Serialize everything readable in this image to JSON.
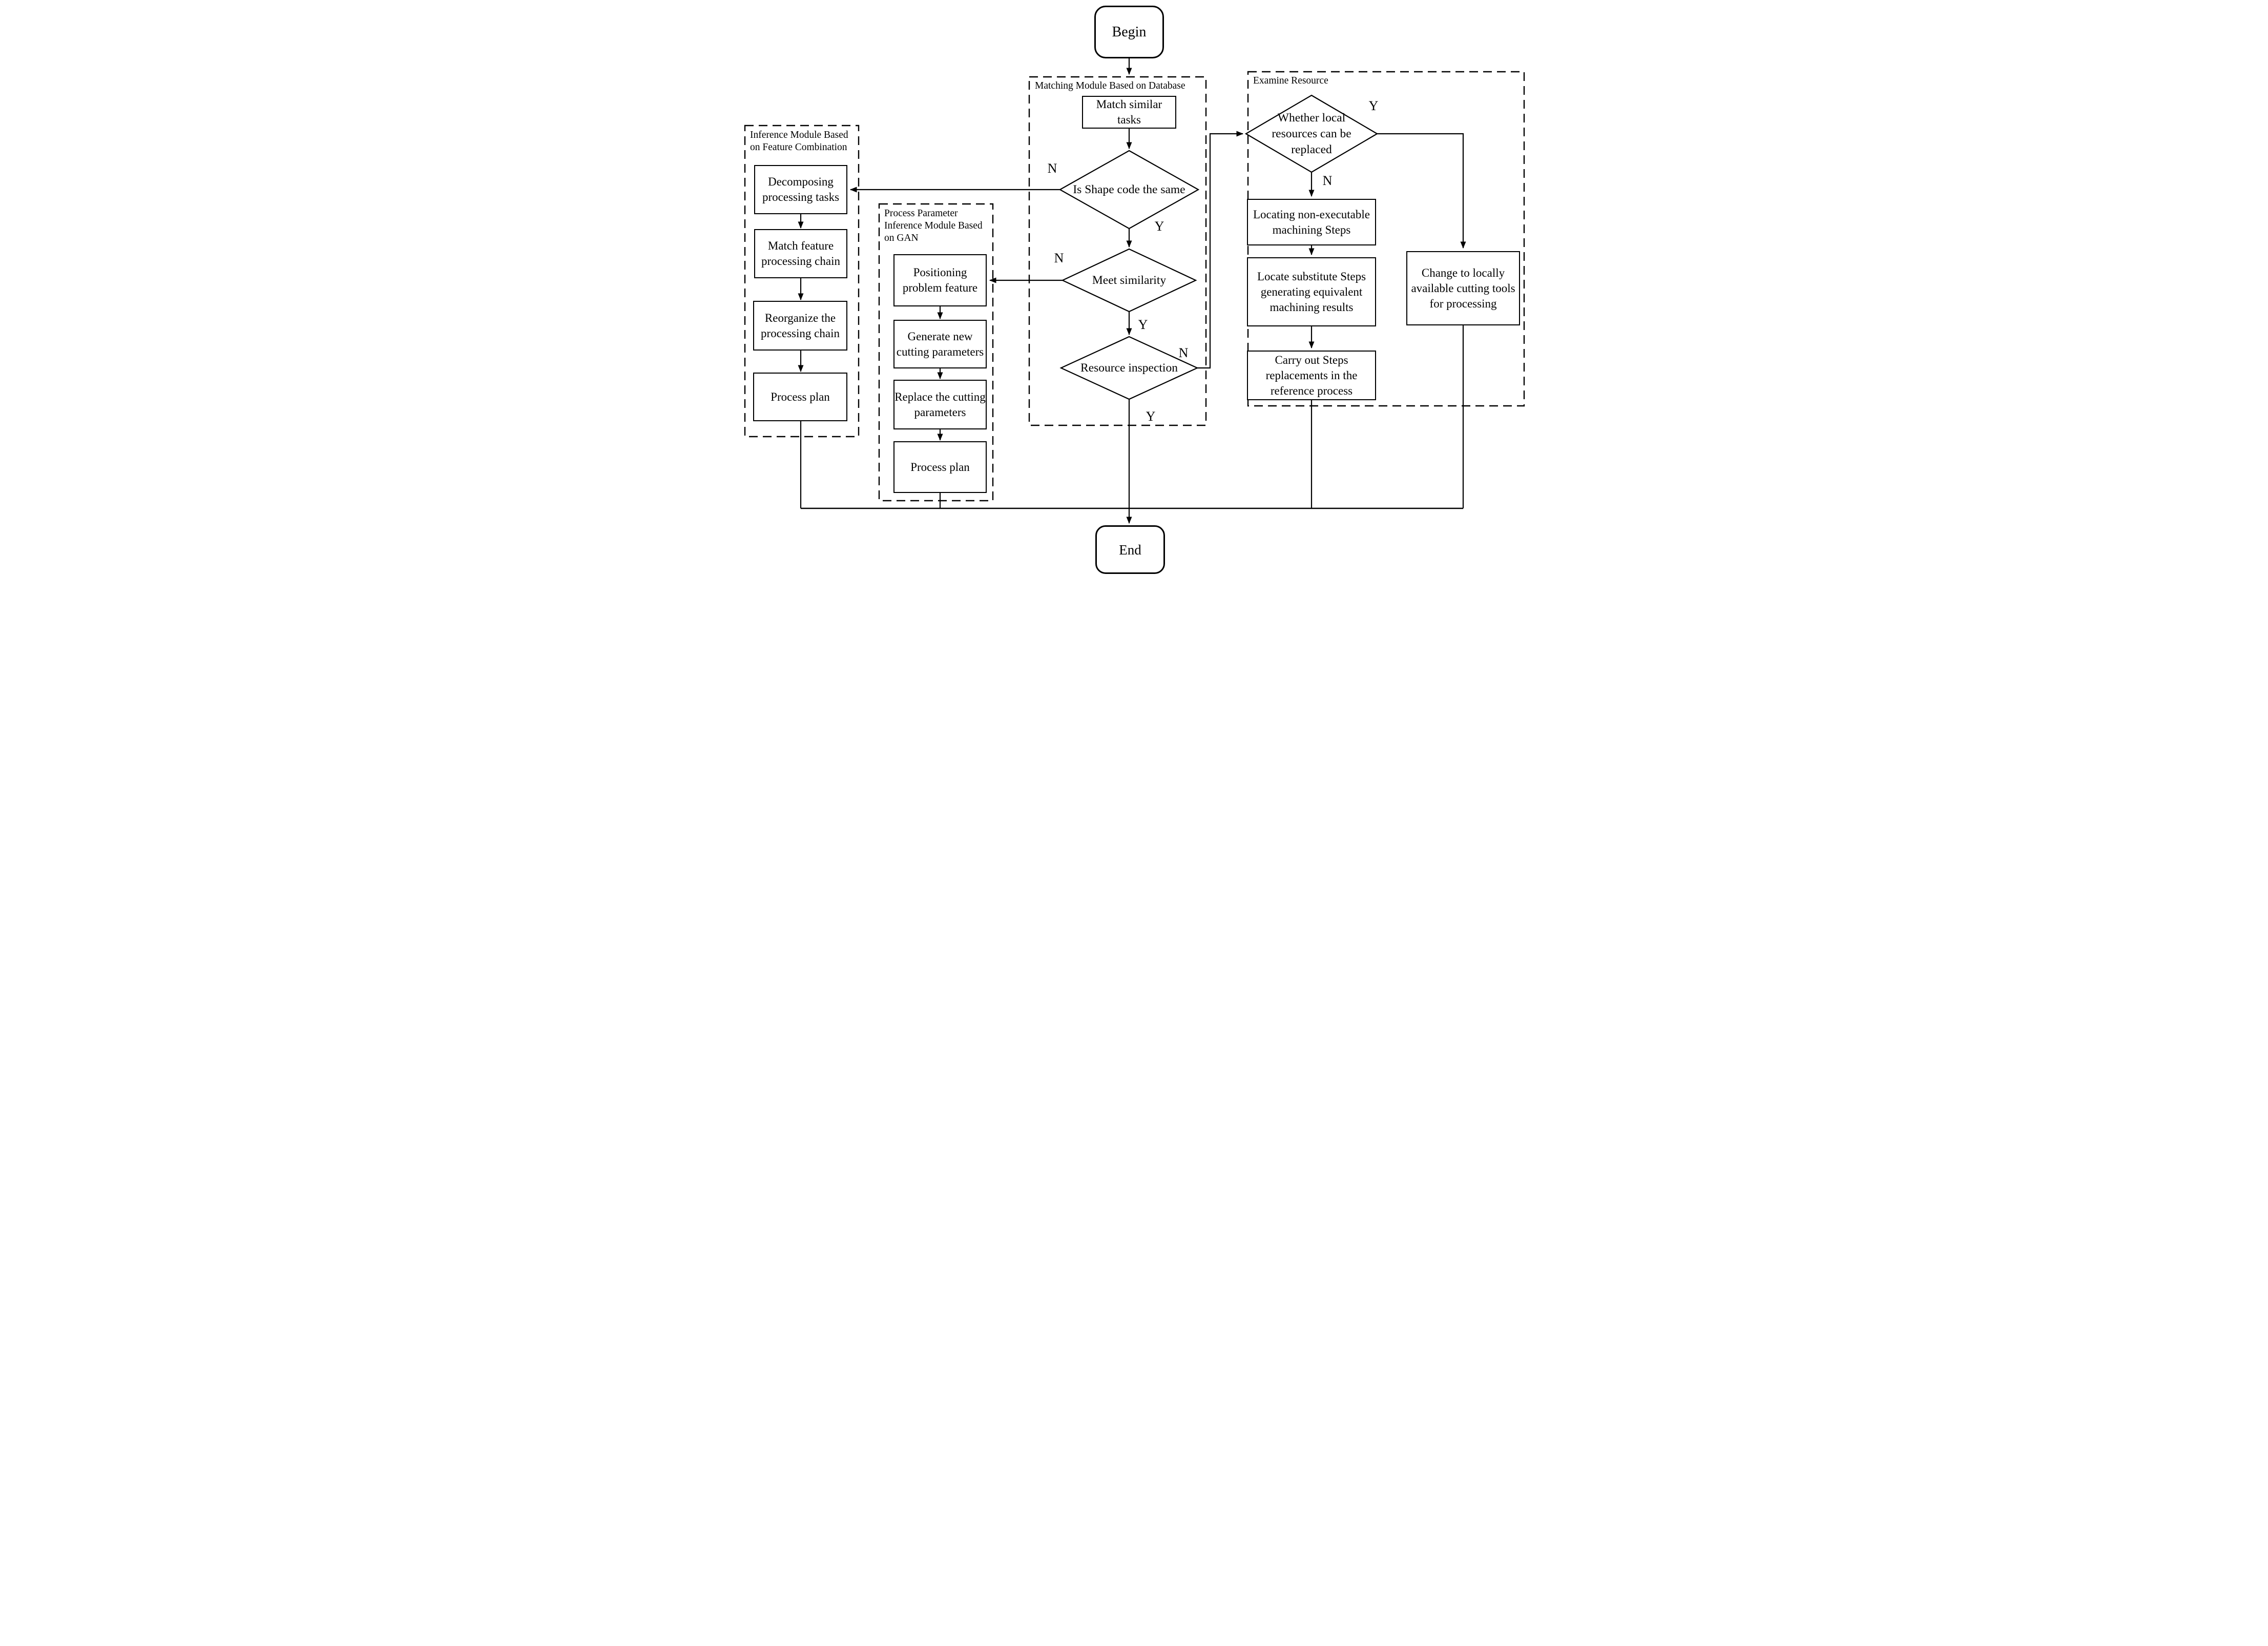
{
  "page": {
    "background": "#ffffff",
    "ink": "#000000"
  },
  "terminals": {
    "begin": "Begin",
    "end": "End"
  },
  "modules": {
    "matching": {
      "label": "Matching Module Based on Database"
    },
    "inference": {
      "label": "Inference Module Based on Feature Combination"
    },
    "gan": {
      "label": "Process Parameter Inference Module Based on GAN"
    },
    "examine": {
      "label": "Examine Resource"
    }
  },
  "steps": {
    "match_similar_tasks": "Match similar tasks",
    "decomposing_tasks": "Decomposing processing tasks",
    "match_feature_chain": "Match feature processing chain",
    "reorganize_chain": "Reorganize the processing chain",
    "inference_process_plan": "Process plan",
    "positioning_feature": "Positioning problem feature",
    "generate_parameters": "Generate new cutting parameters",
    "replace_parameters": "Replace the cutting parameters",
    "gan_process_plan": "Process plan",
    "locating_steps": "Locating non-executable machining Steps",
    "locate_substitute_steps": "Locate substitute Steps generating equivalent machining results",
    "carry_out_replacements": "Carry out Steps replacements in the reference process",
    "change_cutting_tools": "Change to locally available cutting tools for processing"
  },
  "decisions": {
    "shape_code_same": "Is Shape code the same",
    "meet_similarity": "Meet similarity",
    "resource_inspection": "Resource inspection",
    "local_resources_replaced": "Whether local resources can be replaced"
  },
  "branch_labels": {
    "shape_code_no": "N",
    "shape_code_yes": "Y",
    "similarity_no": "N",
    "similarity_yes": "Y",
    "inspection_no": "N",
    "inspection_yes": "Y",
    "resources_yes": "Y",
    "resources_no": "N"
  }
}
